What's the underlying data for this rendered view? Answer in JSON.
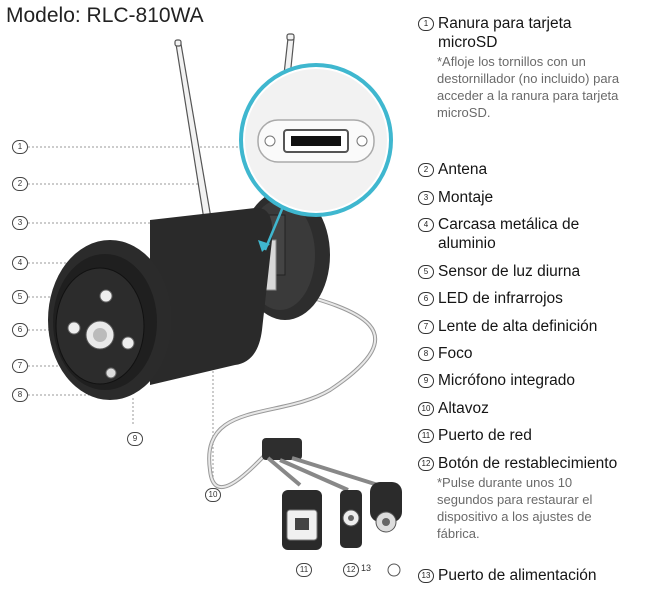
{
  "model_title": "Modelo: RLC-810WA",
  "callouts_left": [
    "1",
    "2",
    "3",
    "4",
    "5",
    "6",
    "7",
    "8"
  ],
  "callouts_bottom": [
    "9",
    "10",
    "11",
    "12",
    "13"
  ],
  "legend": [
    {
      "num": "1",
      "label": "Ranura para tarjeta microSD",
      "note": "*Afloje los tornillos con un destornillador (no incluido) para acceder a la ranura para tarjeta microSD."
    },
    {
      "num": "2",
      "label": "Antena"
    },
    {
      "num": "3",
      "label": "Montaje"
    },
    {
      "num": "4",
      "label": "Carcasa metálica de aluminio"
    },
    {
      "num": "5",
      "label": "Sensor de luz diurna"
    },
    {
      "num": "6",
      "label": "LED de infrarrojos"
    },
    {
      "num": "7",
      "label": "Lente de alta definición"
    },
    {
      "num": "8",
      "label": "Foco"
    },
    {
      "num": "9",
      "label": "Micrófono integrado"
    },
    {
      "num": "10",
      "label": "Altavoz"
    },
    {
      "num": "11",
      "label": "Puerto de red"
    },
    {
      "num": "12",
      "label": "Botón de restablecimiento",
      "note": "*Pulse durante unos 10 segundos para restaurar el dispositivo a los ajustes de fábrica."
    },
    {
      "num": "13",
      "label": "Puerto de alimentación"
    }
  ],
  "colors": {
    "accent": "#3fb7cf",
    "body": "#2b2b2b",
    "leader": "#9a9a9a"
  }
}
